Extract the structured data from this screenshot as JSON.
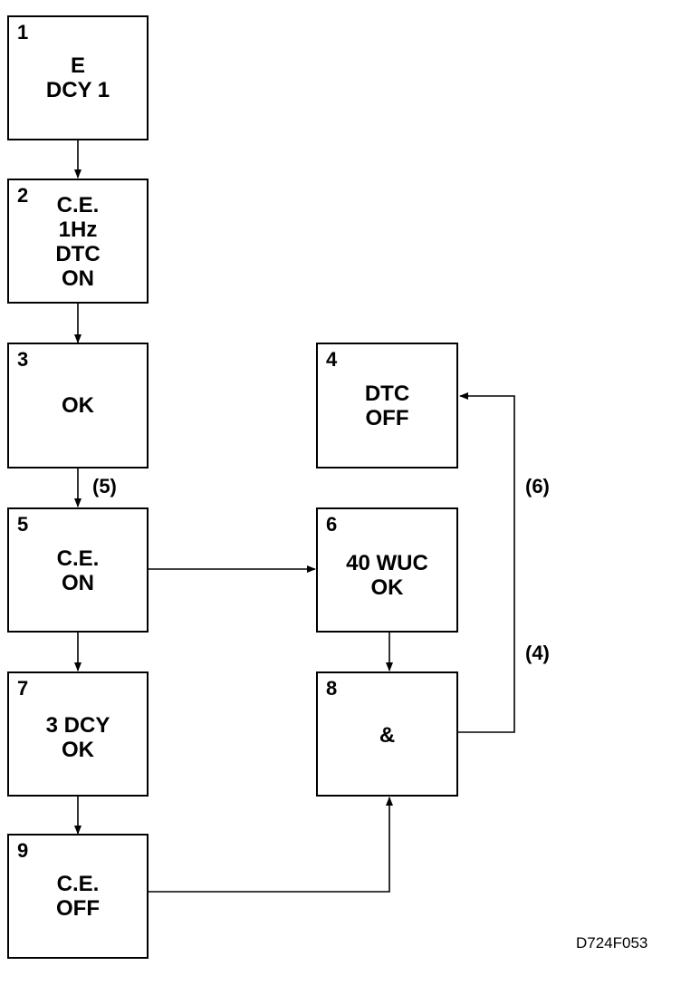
{
  "diagram": {
    "boxes": {
      "b1": {
        "number": "1",
        "text": "E\nDCY 1"
      },
      "b2": {
        "number": "2",
        "text": "C.E.\n1Hz\nDTC\nON"
      },
      "b3": {
        "number": "3",
        "text": "OK"
      },
      "b4": {
        "number": "4",
        "text": "DTC\nOFF"
      },
      "b5": {
        "number": "5",
        "text": "C.E.\nON"
      },
      "b6": {
        "number": "6",
        "text": "40 WUC\nOK"
      },
      "b7": {
        "number": "7",
        "text": "3 DCY\nOK"
      },
      "b8": {
        "number": "8",
        "text": "&"
      },
      "b9": {
        "number": "9",
        "text": "C.E.\nOFF"
      }
    },
    "edge_labels": {
      "e3_5": "(5)",
      "e8_4_top": "(6)",
      "e8_4_bottom": "(4)"
    },
    "figure_id": "D724F053"
  }
}
